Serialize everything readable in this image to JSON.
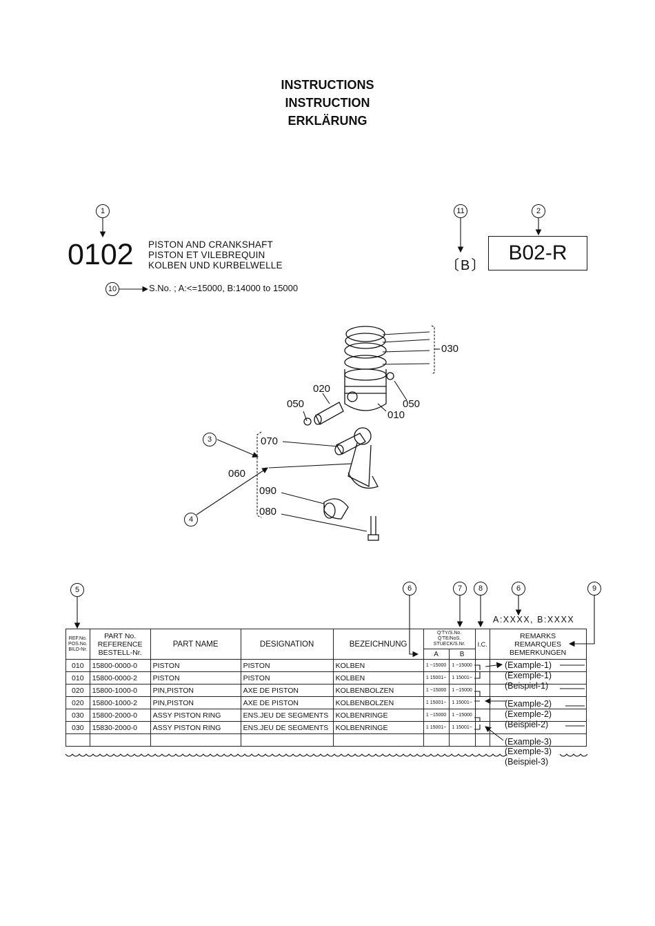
{
  "headings": [
    "INSTRUCTIONS",
    "INSTRUCTION",
    "ERKLÄRUNG"
  ],
  "callouts": {
    "c1": "1",
    "c2": "2",
    "c3": "3",
    "c4": "4",
    "c5": "5",
    "c6a": "6",
    "c6b": "6",
    "c7": "7",
    "c8": "8",
    "c9": "9",
    "c10": "10",
    "c11": "11"
  },
  "group": {
    "number": "0102",
    "name_en": "PISTON AND CRANKSHAFT",
    "name_fr": "PISTON ET VILEBREQUIN",
    "name_de": "KOLBEN UND KURBELWELLE",
    "model_code": "B02-R",
    "variant_mark": "〔B〕",
    "serial_note": "S.No. ; A:<=15000, B:14000 to 15000"
  },
  "diagram_labels": [
    "030",
    "020",
    "050",
    "050",
    "010",
    "070",
    "060",
    "090",
    "080"
  ],
  "remarks_format": "A:XXXX, B:XXXX",
  "table": {
    "headers": {
      "ref": [
        "REF.No.",
        "POS.No.",
        "BILD-Nr."
      ],
      "part_no": [
        "PART No.",
        "REFERENCE",
        "BESTELL-Nr."
      ],
      "part_name": "PART NAME",
      "designation": "DESIGNATION",
      "bezeichnung": "BEZEICHNUNG",
      "qty": [
        "Q'TY/S.No.",
        "Q'TE/NoS.",
        "STUECK/S.Nr."
      ],
      "qty_a": "A",
      "qty_b": "B",
      "ic": "I.C.",
      "remarks": [
        "REMARKS",
        "REMARQUES",
        "BEMERKUNGEN"
      ]
    },
    "rows": [
      {
        "ref": "010",
        "part_no": "15800-0000-0",
        "name": "PISTON",
        "designation": "PISTON",
        "bez": "KOLBEN",
        "qa": "1 ~15000",
        "qb": "1 ~15000"
      },
      {
        "ref": "010",
        "part_no": "15800-0000-2",
        "name": "PISTON",
        "designation": "PISTON",
        "bez": "KOLBEN",
        "qa": "1 15001~",
        "qb": "1 15001~"
      },
      {
        "ref": "020",
        "part_no": "15800-1000-0",
        "name": "PIN,PISTON",
        "designation": "AXE DE PISTON",
        "bez": "KOLBENBOLZEN",
        "qa": "1 ~15000",
        "qb": "1 ~15000"
      },
      {
        "ref": "020",
        "part_no": "15800-1000-2",
        "name": "PIN,PISTON",
        "designation": "AXE DE PISTON",
        "bez": "KOLBENBOLZEN",
        "qa": "1 15001~",
        "qb": "1 15001~"
      },
      {
        "ref": "030",
        "part_no": "15800-2000-0",
        "name": "ASSY PISTON RING",
        "designation": "ENS.JEU DE SEGMENTS",
        "bez": "KOLBENRINGE",
        "qa": "1 ~15000",
        "qb": "1 ~15000"
      },
      {
        "ref": "030",
        "part_no": "15830-2000-0",
        "name": "ASSY PISTON RING",
        "designation": "ENS.JEU DE SEGMENTS",
        "bez": "KOLBENRINGE",
        "qa": "1 15001~",
        "qb": "1 15001~"
      }
    ]
  },
  "examples": [
    "(Example-1)",
    "(Exemple-1)",
    "(Beispiel-1)",
    "(Example-2)",
    "(Exemple-2)",
    "(Beispiel-2)",
    "(Example-3)",
    "(Exemple-3)",
    "(Beispiel-3)"
  ]
}
